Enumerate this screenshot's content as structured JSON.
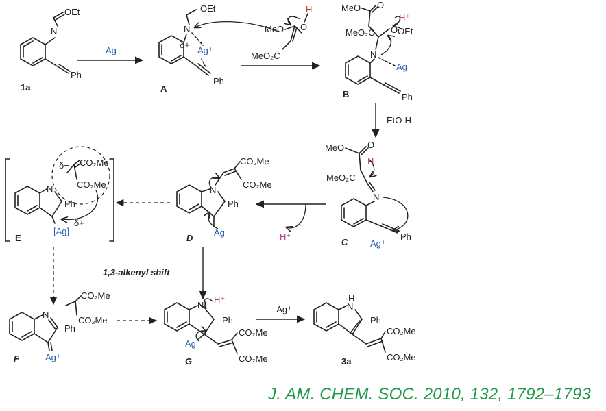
{
  "scheme": {
    "reagents": {
      "step1": "Ag⁺",
      "step2": "- EtO-H",
      "step3": "1,3-alkenyl shift",
      "step4": "- Ag⁺",
      "proton_C": "H⁺"
    },
    "compounds": {
      "c1a": "1a",
      "cA": "A",
      "cB": "B",
      "cC": "C",
      "cD": "D",
      "cE": "E",
      "cF": "F",
      "cG": "G",
      "c3a": "3a"
    },
    "atoms": {
      "oet": "OEt",
      "n": "N",
      "ph": "Ph",
      "ag_plus": "Ag⁺",
      "ag": "Ag",
      "delta_plus": "δ+",
      "delta_minus": "δ−",
      "meo": "MeO",
      "o": "O",
      "h": "H",
      "h_plus": "H⁺",
      "meo2c": "MeO₂C",
      "co2me": "CO₂Me",
      "bracket_ag": "[Ag]",
      "nh": "H",
      "minus": "-"
    },
    "colors": {
      "silver": "#2a5db0",
      "proton": "#c2358a",
      "hydroxyl_h": "#c0392b",
      "citation": "#1e9a4a"
    }
  },
  "citation": "J. AM. CHEM. SOC. 2010, 132, 1792–1793"
}
